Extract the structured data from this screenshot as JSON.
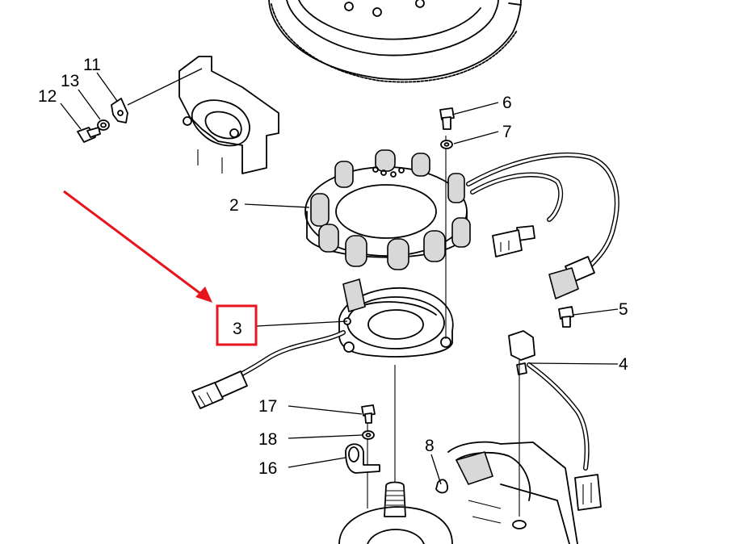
{
  "callouts": {
    "c2": "2",
    "c3": "3",
    "c4": "4",
    "c5": "5",
    "c6": "6",
    "c7": "7",
    "c8": "8",
    "c11": "11",
    "c12": "12",
    "c13": "13",
    "c16": "16",
    "c17": "17",
    "c18": "18"
  },
  "highlight": {
    "target": "3",
    "box_color": "#e8141b",
    "arrow_color": "#e8141b"
  }
}
